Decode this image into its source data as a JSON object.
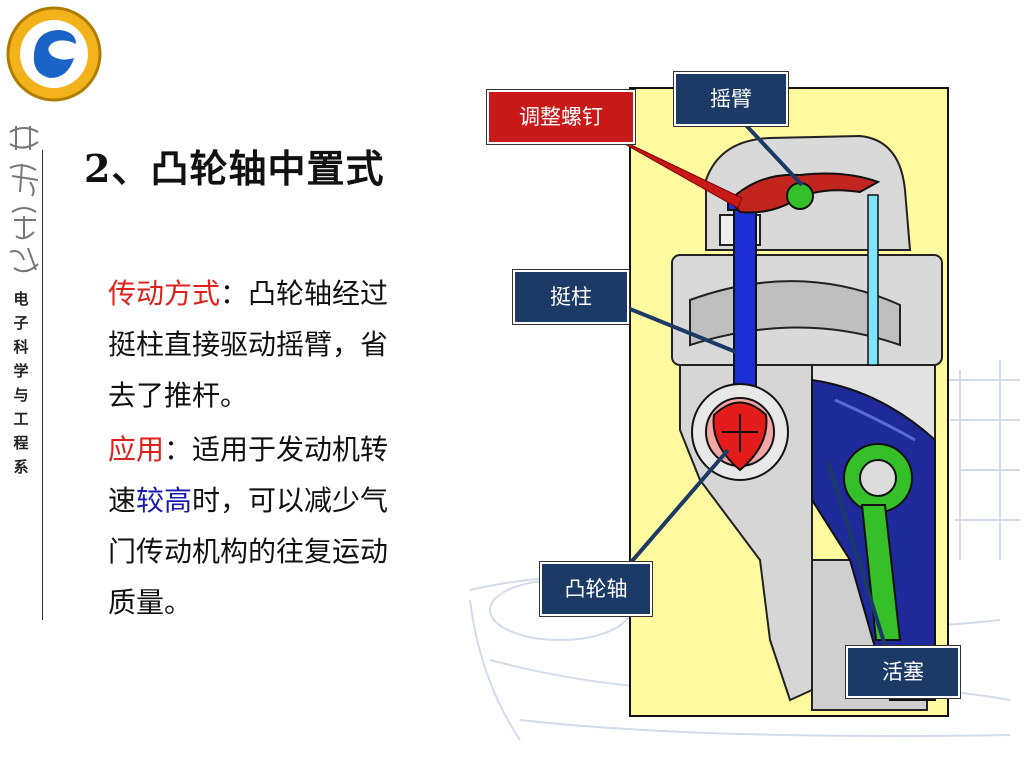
{
  "title": "2、凸轮轴中置式",
  "side_brand": {
    "calligraphy": "黄淮学院",
    "department": [
      "电",
      "子",
      "科",
      "学",
      "与",
      "工",
      "程",
      "系"
    ]
  },
  "description": {
    "label": "传动方式",
    "sep": "：",
    "line1": "凸轮轴经过",
    "line2": "挺柱直接驱动摇臂，省",
    "line3": "去了推杆。"
  },
  "application": {
    "label": "应用",
    "sep": "：",
    "line1": "适用于发动机转",
    "line2_pre": "速",
    "line2_emph": "较高",
    "line2_post": "时，可以减少气",
    "line3": "门传动机构的往复运动",
    "line4": "质量。"
  },
  "callouts": {
    "rocker_arm": "摇臂",
    "adjusting_screw": "调整螺钉",
    "tappet": "挺柱",
    "camshaft": "凸轮轴",
    "piston": "活塞"
  },
  "colors": {
    "accent_red": "#e0201a",
    "accent_blue": "#1a1ab0",
    "callout_bg": "#1b3a66",
    "callout_red": "#c81818",
    "diagram_bg": "#fff9a0"
  }
}
